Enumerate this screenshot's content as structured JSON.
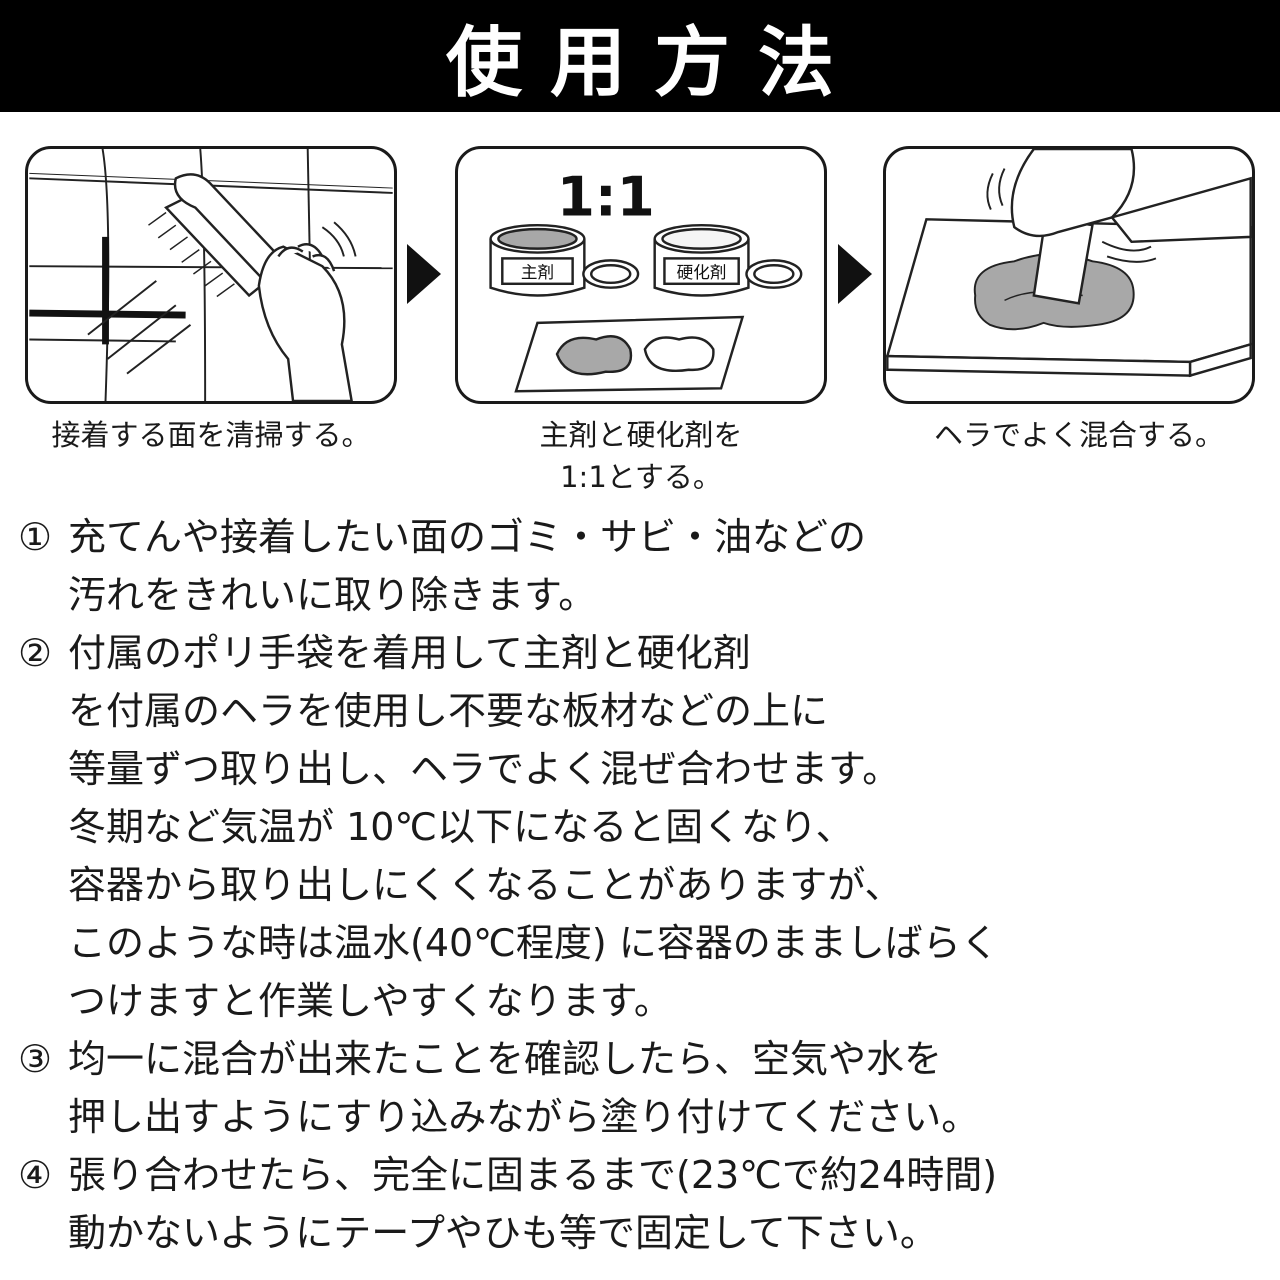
{
  "header": {
    "title": "使用方法"
  },
  "panels": [
    {
      "icon": "brush-cleaning-icon",
      "caption_lines": [
        "接着する面を清掃する。"
      ]
    },
    {
      "icon": "two-cans-icon",
      "ratio_label": "1:1",
      "can_left_label": "主剤",
      "can_right_label": "硬化剤",
      "caption_lines": [
        "主剤と硬化剤を",
        "1:1とする。"
      ]
    },
    {
      "icon": "spatula-mixing-icon",
      "caption_lines": [
        "ヘラでよく混合する。"
      ]
    }
  ],
  "steps": [
    {
      "number": "①",
      "lines": [
        "充てんや接着したい面のゴミ・サビ・油などの",
        "汚れをきれいに取り除きます。"
      ]
    },
    {
      "number": "②",
      "lines": [
        "付属のポリ手袋を着用して主剤と硬化剤",
        "を付属のヘラを使用し不要な板材などの上に",
        "等量ずつ取り出し、ヘラでよく混ぜ合わせます。",
        "冬期など気温が 10℃以下になると固くなり、",
        "容器から取り出しにくくなることがありますが、",
        "このような時は温水(40℃程度) に容器のまましばらく",
        "つけますと作業しやすくなります。"
      ]
    },
    {
      "number": "③",
      "lines": [
        "均一に混合が出来たことを確認したら、空気や水を",
        "押し出すようにすり込みながら塗り付けてください。"
      ]
    },
    {
      "number": "④",
      "lines": [
        "張り合わせたら、完全に固まるまで(23℃で約24時間)",
        "動かないようにテープやひも等で固定して下さい。"
      ]
    }
  ],
  "colors": {
    "header_bg": "#000000",
    "header_text": "#ffffff",
    "text": "#1a1a1a",
    "putty_gray": "#a8a8a8"
  }
}
